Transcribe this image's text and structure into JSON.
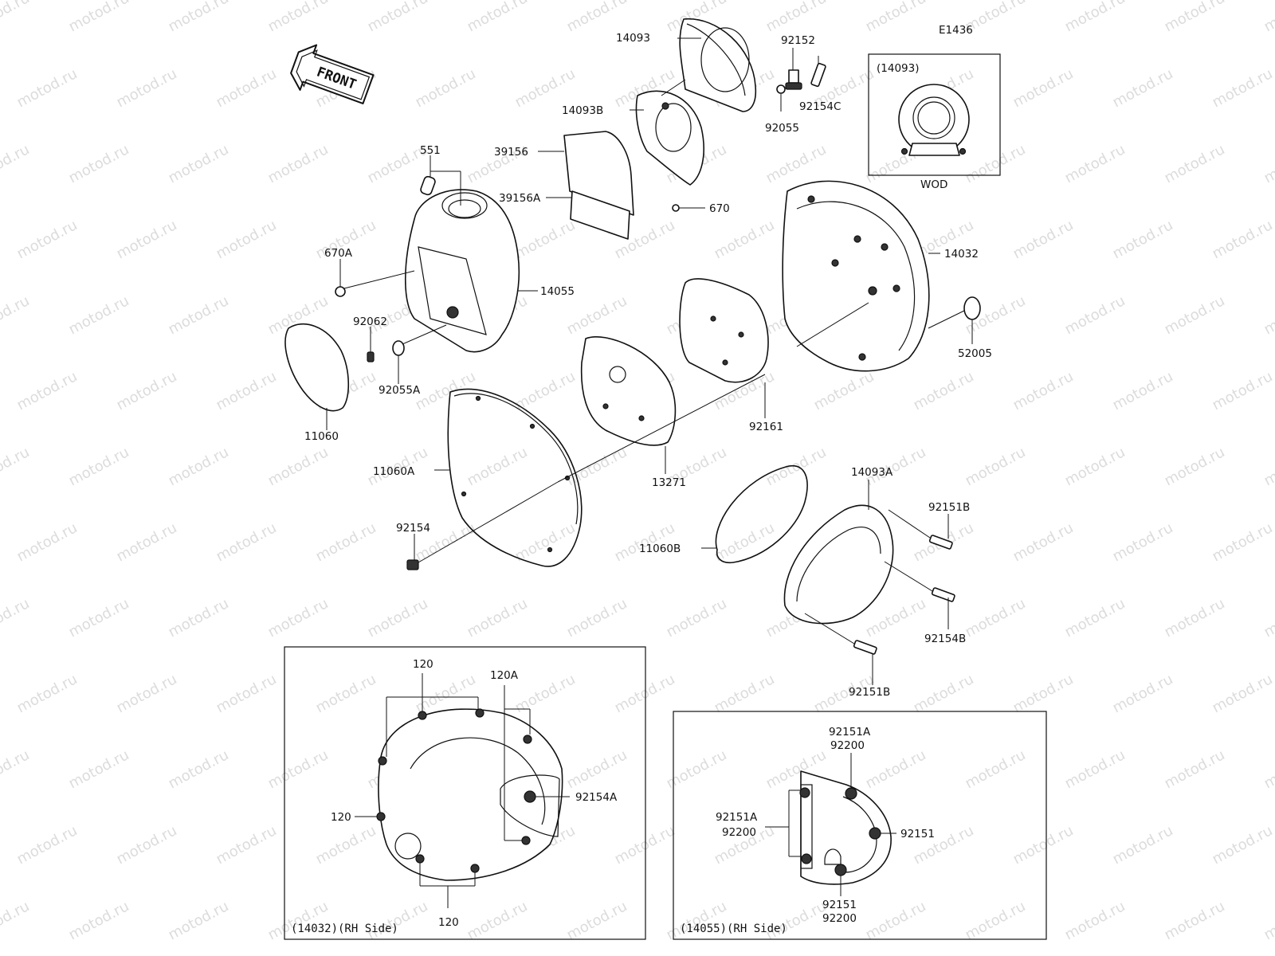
{
  "diagram_code": "E1436",
  "front_label": "FRONT",
  "watermark": "motod.ru",
  "parts": {
    "p14093": "14093",
    "p92152": "92152",
    "p92154C": "92154C",
    "p92055": "92055",
    "p14093B": "14093B",
    "p39156": "39156",
    "p39156A": "39156A",
    "p670": "670",
    "p551": "551",
    "p670A": "670A",
    "p14055": "14055",
    "p92062": "92062",
    "p92055A": "92055A",
    "p11060": "11060",
    "p14032": "14032",
    "p52005": "52005",
    "p92161": "92161",
    "p13271": "13271",
    "p11060A": "11060A",
    "p92154": "92154",
    "p14093A": "14093A",
    "p92151B_top": "92151B",
    "p11060B": "11060B",
    "p92154B": "92154B",
    "p92151B_bot": "92151B"
  },
  "inset_wod": {
    "ref": "(14093)",
    "caption": "WOD"
  },
  "inset_14032": {
    "caption": "(14032)(RH Side)",
    "labels": {
      "l120_top": "120",
      "l120A": "120A",
      "l92154A": "92154A",
      "l120_left": "120",
      "l120_bottom": "120"
    }
  },
  "inset_14055": {
    "caption": "(14055)(RH Side)",
    "labels": {
      "l92151A_top": "92151A",
      "l92200_top": "92200",
      "l92151A_left": "92151A",
      "l92200_left": "92200",
      "l92151_right": "92151",
      "l92151_bottom": "92151",
      "l92200_bottom": "92200"
    }
  }
}
